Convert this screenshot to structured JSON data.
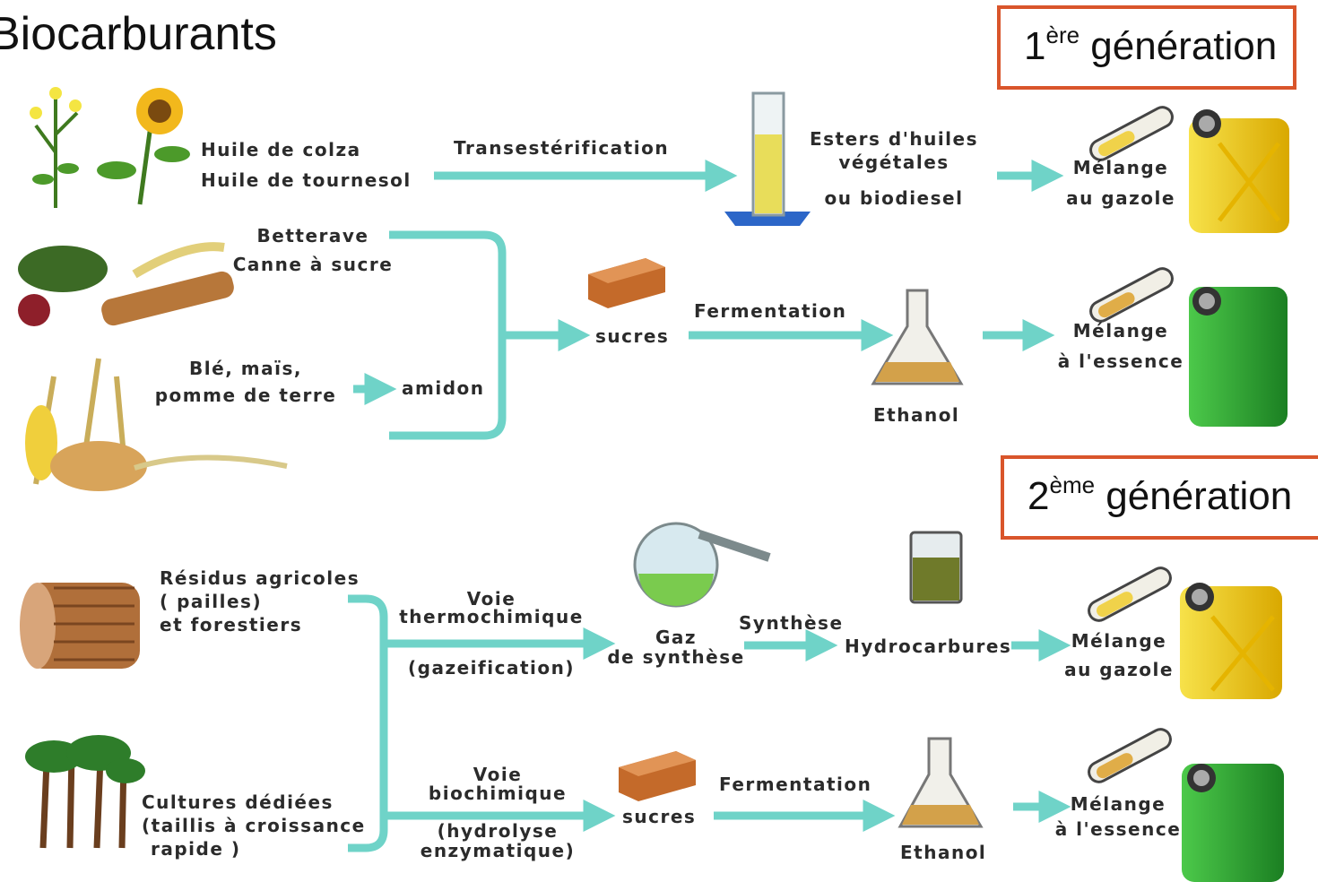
{
  "title": "Biocarburants",
  "colors": {
    "arrow": "#6fd3c8",
    "frame": "#d9552b",
    "yellow_can": "#f1d12a",
    "green_can": "#2fa832"
  },
  "gen1": {
    "num": "1",
    "sup": "ère",
    "label": " génération"
  },
  "gen2": {
    "num": "2",
    "sup": "ème",
    "label": " génération"
  },
  "first": {
    "oils": [
      "Huile de colza",
      "Huile de tournesol"
    ],
    "transesterification": "Transestérification",
    "esters": [
      "Esters d'huiles",
      "végétales",
      "ou biodiesel"
    ],
    "diesel_blend": [
      "Mélange",
      "au gazole"
    ],
    "sugar_crops": [
      "Betterave",
      "Canne à sucre"
    ],
    "starch_crops": [
      "Blé, maïs,",
      "pomme de terre"
    ],
    "amidon": "amidon",
    "sucres": "sucres",
    "fermentation": "Fermentation",
    "ethanol": "Ethanol",
    "petrol_blend": [
      "Mélange",
      "à l'essence"
    ]
  },
  "second": {
    "residues": [
      "Résidus agricoles",
      "( pailles)",
      "et forestiers"
    ],
    "thermo": [
      "Voie",
      "thermochimique",
      "(gazeification)"
    ],
    "syngas": [
      "Gaz",
      "de synthèse"
    ],
    "synthese": "Synthèse",
    "hydrocarbures": "Hydrocarbures",
    "diesel_blend": [
      "Mélange",
      "au gazole"
    ],
    "crops": [
      "Cultures dédiées",
      "(taillis à croissance",
      "rapide )"
    ],
    "bio": [
      "Voie",
      "biochimique",
      "(hydrolyse",
      "enzymatique)"
    ],
    "sucres": "sucres",
    "fermentation": "Fermentation",
    "ethanol": "Ethanol",
    "petrol_blend": [
      "Mélange",
      "à l'essence"
    ]
  }
}
